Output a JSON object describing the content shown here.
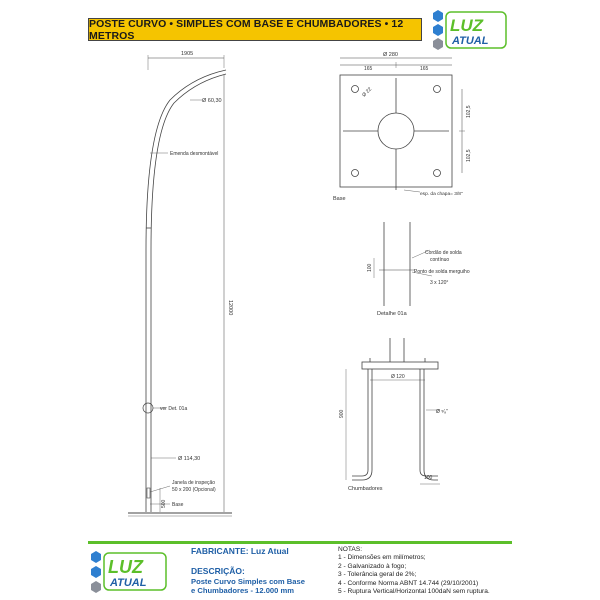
{
  "title": "POSTE CURVO • SIMPLES COM BASE E CHUMBADORES • 12 METROS",
  "logo": {
    "line1": "LUZ",
    "line2": "ATUAL"
  },
  "drawing": {
    "dim_1905": "1905",
    "dim_60_30": "Ø 60,30",
    "emenda": "Emenda desmontável",
    "dim_12000": "12000",
    "ver_det": "ver Det. 01a",
    "dim_114_30": "Ø 114,30",
    "janela_1": "Janela de inspeção",
    "janela_2": "50 x 200 (Opcional)",
    "dim_500": "500",
    "base_label": "Base",
    "base_dim_280": "Ø 280",
    "base_dim_165a": "165",
    "base_dim_165b": "165",
    "base_dim_102a": "102,5",
    "base_dim_102b": "102,5",
    "base_hole": "Ø 22",
    "base_esp": "esp. da chapa= 3/8\"",
    "base_title": "Base",
    "det_100": "100",
    "cordao_1": "Cordão de solda",
    "cordao_2": "contínuo",
    "ponto_1": "Ponto de solda merguiho",
    "ponto_2": "3 x 120°",
    "detalhe": "Detalhe 01a",
    "ch_120": "Ø 120",
    "ch_900": "900",
    "ch_phi": "Ø ⁵⁄₈\"",
    "ch_100": "100",
    "chumbadores": "Chumbadores"
  },
  "footer": {
    "fabricante_label": "FABRICANTE:",
    "fabricante_value": "Luz Atual",
    "descricao_label": "DESCRIÇÃO:",
    "descricao_line1": "Poste Curvo Simples com Base",
    "descricao_line2": "e Chumbadores - 12.000 mm",
    "notas_title": "NOTAS:",
    "notas": [
      "1 - Dimensões em milímetros;",
      "2 - Galvanizado à fogo;",
      "3 - Tolerância geral de 2%;",
      "4 - Conforme Norma ABNT 14.744 (29/10/2001)",
      "5 - Ruptura Vertical/Horizontal 100daN sem ruptura."
    ]
  },
  "colors": {
    "title_bg": "#f5c400",
    "logo_green": "#5cbf2a",
    "logo_blue": "#1f5fa6",
    "hex_blue": "#2e7fd0",
    "hex_gray": "#8a8f99"
  }
}
